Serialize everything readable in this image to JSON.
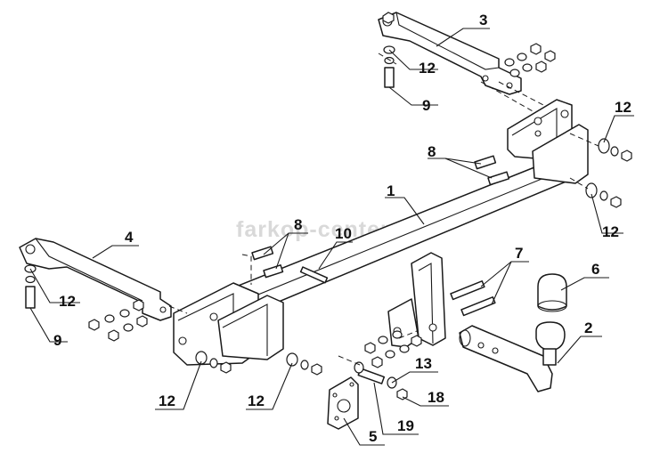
{
  "watermark": "farkop-center.ru",
  "callouts": [
    {
      "id": "c1",
      "text": "1"
    },
    {
      "id": "c2",
      "text": "2"
    },
    {
      "id": "c3",
      "text": "3"
    },
    {
      "id": "c4",
      "text": "4"
    },
    {
      "id": "c5",
      "text": "5"
    },
    {
      "id": "c6",
      "text": "6"
    },
    {
      "id": "c7",
      "text": "7"
    },
    {
      "id": "c8a",
      "text": "8"
    },
    {
      "id": "c8b",
      "text": "8"
    },
    {
      "id": "c9a",
      "text": "9"
    },
    {
      "id": "c9b",
      "text": "9"
    },
    {
      "id": "c10",
      "text": "10"
    },
    {
      "id": "c12a",
      "text": "12"
    },
    {
      "id": "c12b",
      "text": "12"
    },
    {
      "id": "c12c",
      "text": "12"
    },
    {
      "id": "c12d",
      "text": "12"
    },
    {
      "id": "c12e",
      "text": "12"
    },
    {
      "id": "c12f",
      "text": "12"
    },
    {
      "id": "c13",
      "text": "13"
    },
    {
      "id": "c18",
      "text": "18"
    },
    {
      "id": "c19",
      "text": "19"
    }
  ]
}
